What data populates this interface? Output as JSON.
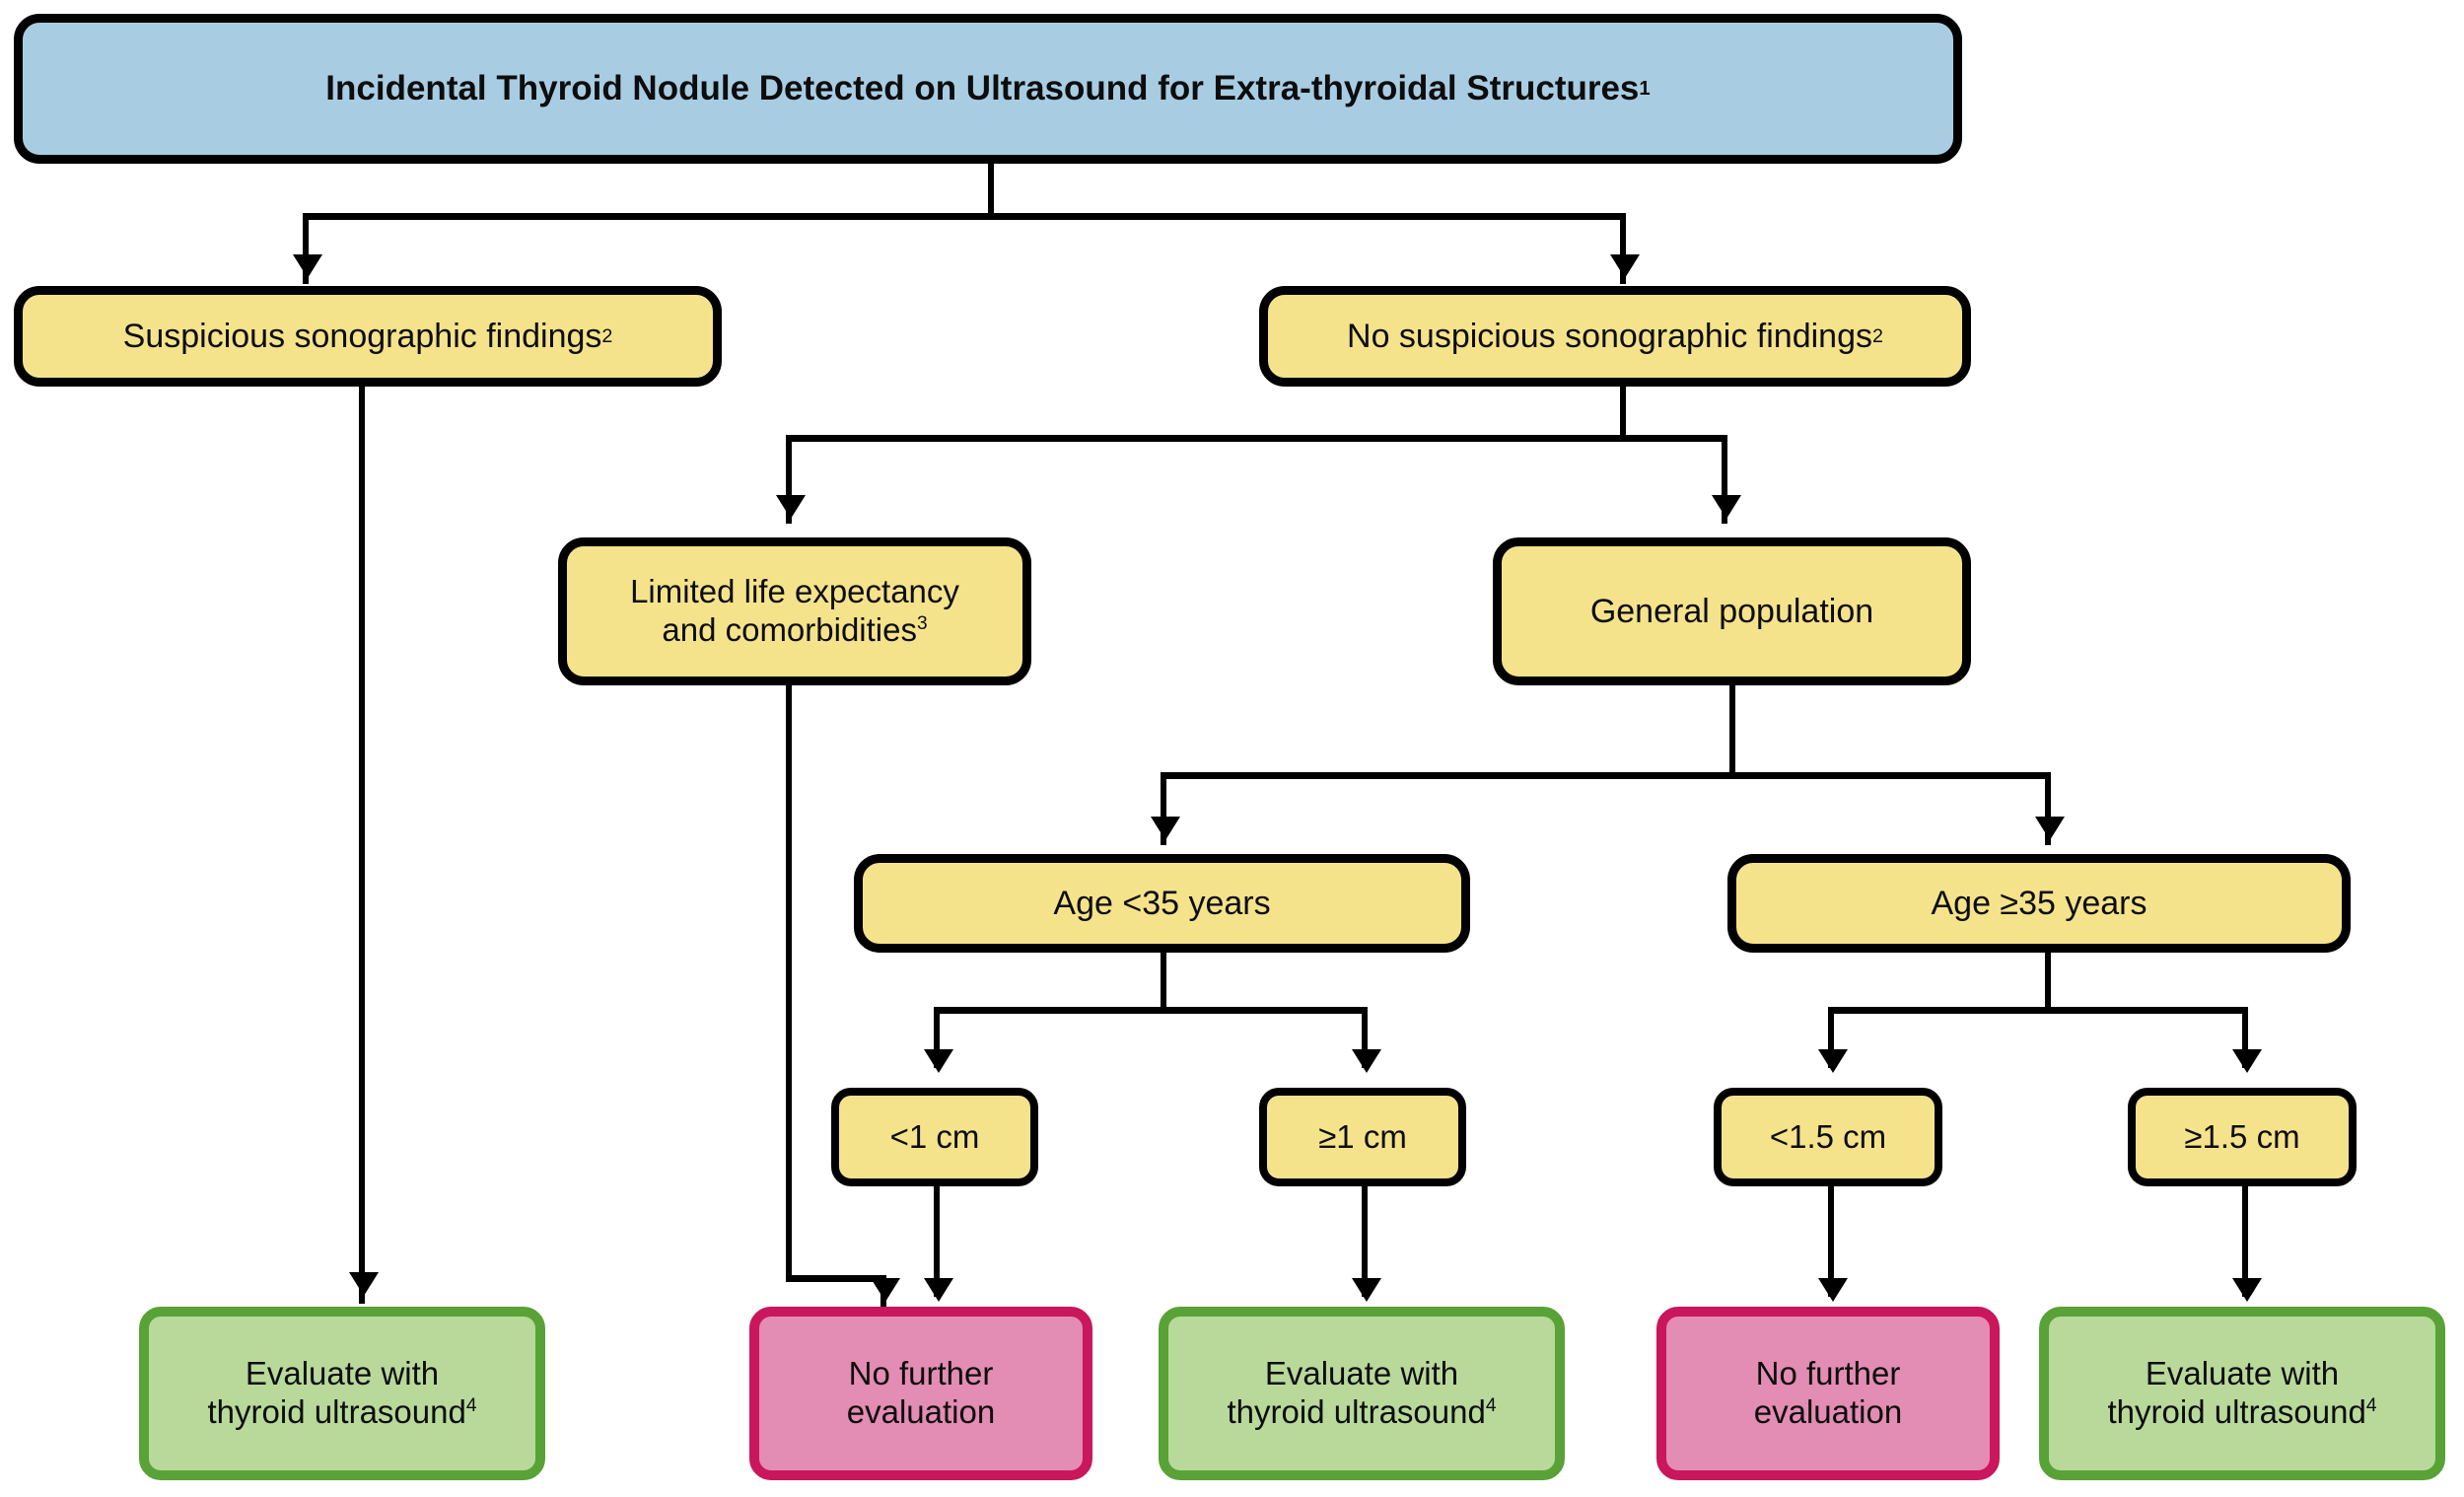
{
  "diagram": {
    "title": "Incidental Thyroid Nodule Detected on Ultrasound for Extra-thyroidal Structures",
    "type": "clinical-decision-flowchart",
    "colors": {
      "root_fill": "#a8cde3",
      "decision_fill": "#f5e38c",
      "outcome_evaluate_fill": "#b8d99a",
      "outcome_evaluate_border": "#58a237",
      "outcome_none_fill": "#e38cb4",
      "outcome_none_border": "#c9165c",
      "connector": "#000000",
      "background": "#ffffff"
    }
  },
  "nodes": {
    "root": {
      "label": "Incidental Thyroid Nodule Detected on Ultrasound for Extra-thyroidal Structures",
      "footnote": "1"
    },
    "suspicious": {
      "label": "Suspicious sonographic findings",
      "footnote": "2"
    },
    "not_suspicious": {
      "label": "No suspicious sonographic findings",
      "footnote": "2"
    },
    "limited_life": {
      "line1": "Limited life expectancy",
      "line2": "and comorbidities",
      "footnote": "3"
    },
    "general_population": {
      "label": "General population"
    },
    "age_under35": {
      "label": "Age <35 years"
    },
    "age_over35": {
      "label": "Age ≥35 years"
    },
    "size_lt1": {
      "label": "<1  cm"
    },
    "size_ge1": {
      "label": "≥1 cm"
    },
    "size_lt15": {
      "label": "<1.5 cm"
    },
    "size_ge15": {
      "label": "≥1.5 cm"
    },
    "outcome_eval_left": {
      "line1": "Evaluate with",
      "line2": "thyroid ultrasound",
      "footnote": "4"
    },
    "outcome_none_mid": {
      "line1": "No further",
      "line2": "evaluation"
    },
    "outcome_eval_mid": {
      "line1": "Evaluate with",
      "line2": "thyroid ultrasound",
      "footnote": "4"
    },
    "outcome_none_right": {
      "line1": "No further",
      "line2": "evaluation"
    },
    "outcome_eval_right": {
      "line1": "Evaluate with",
      "line2": "thyroid ultrasound",
      "footnote": "4"
    }
  }
}
